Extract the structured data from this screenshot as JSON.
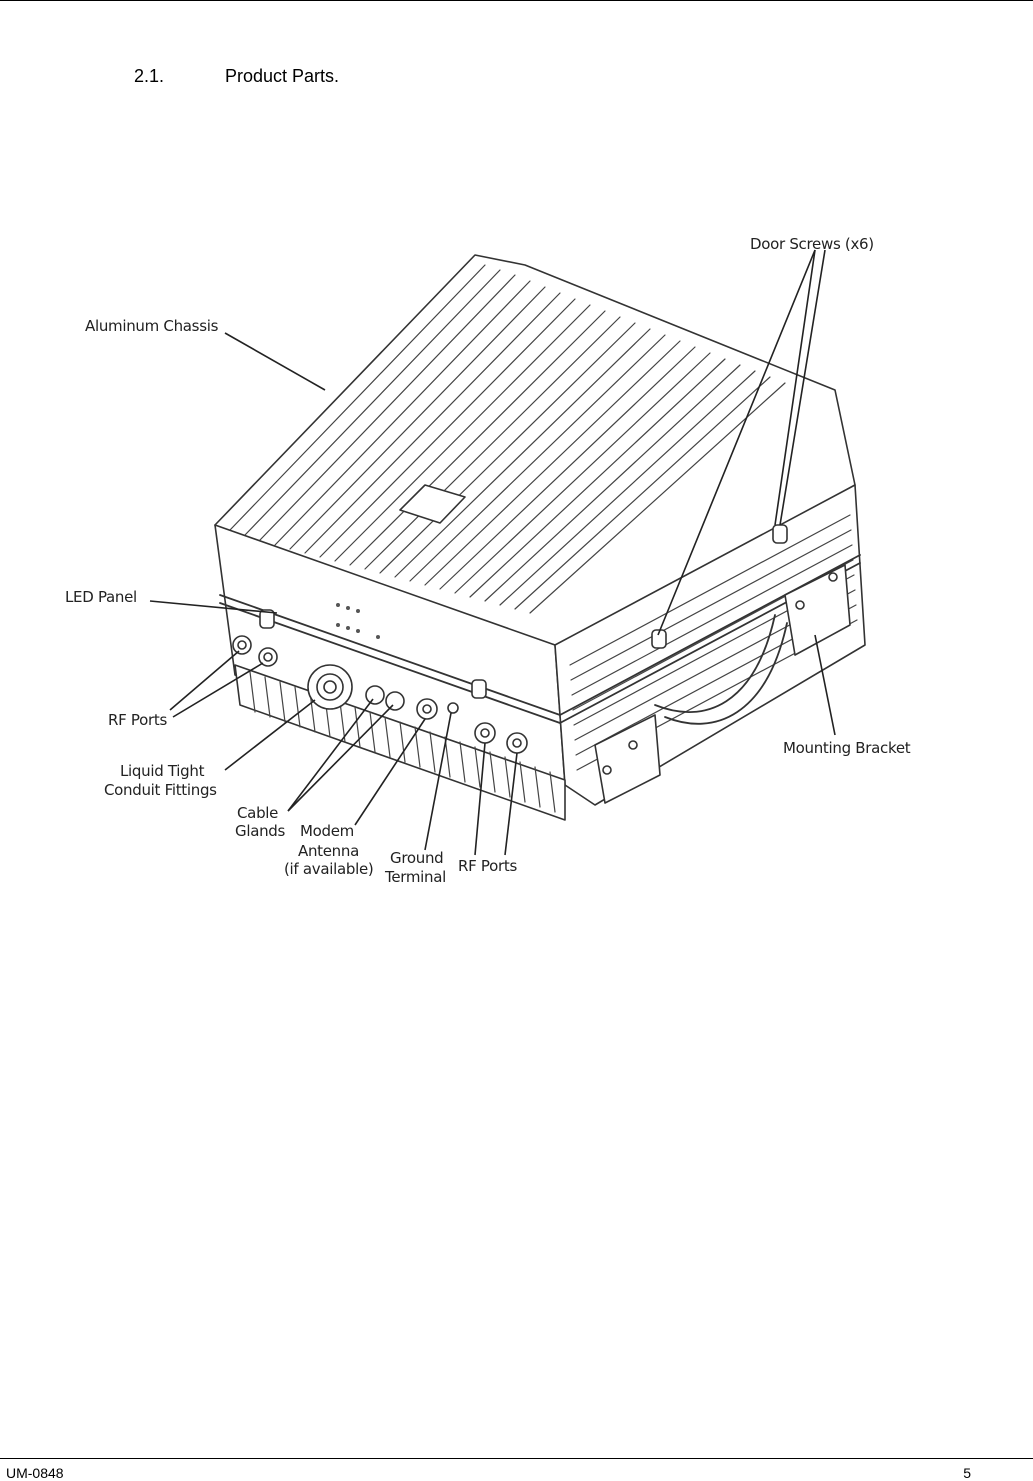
{
  "section": {
    "number": "2.1.",
    "title": "Product Parts."
  },
  "figure": {
    "labels": {
      "door_screws": "Door Screws (x6)",
      "aluminum_chassis": "Aluminum Chassis",
      "led_panel": "LED Panel",
      "rf_ports_left": "RF Ports",
      "conduit_line1": "Liquid Tight",
      "conduit_line2": "Conduit Fittings",
      "cable_glands_line1": "Cable",
      "cable_glands_line2": "Glands",
      "modem_line1": "Modem",
      "modem_line2": "Antenna",
      "modem_line3": "(if available)",
      "ground_line1": "Ground",
      "ground_line2": "Terminal",
      "rf_ports_bottom": "RF Ports",
      "mounting_bracket": "Mounting Bracket"
    }
  },
  "footer": {
    "doc_id": "UM-0848",
    "page_number": "5"
  }
}
